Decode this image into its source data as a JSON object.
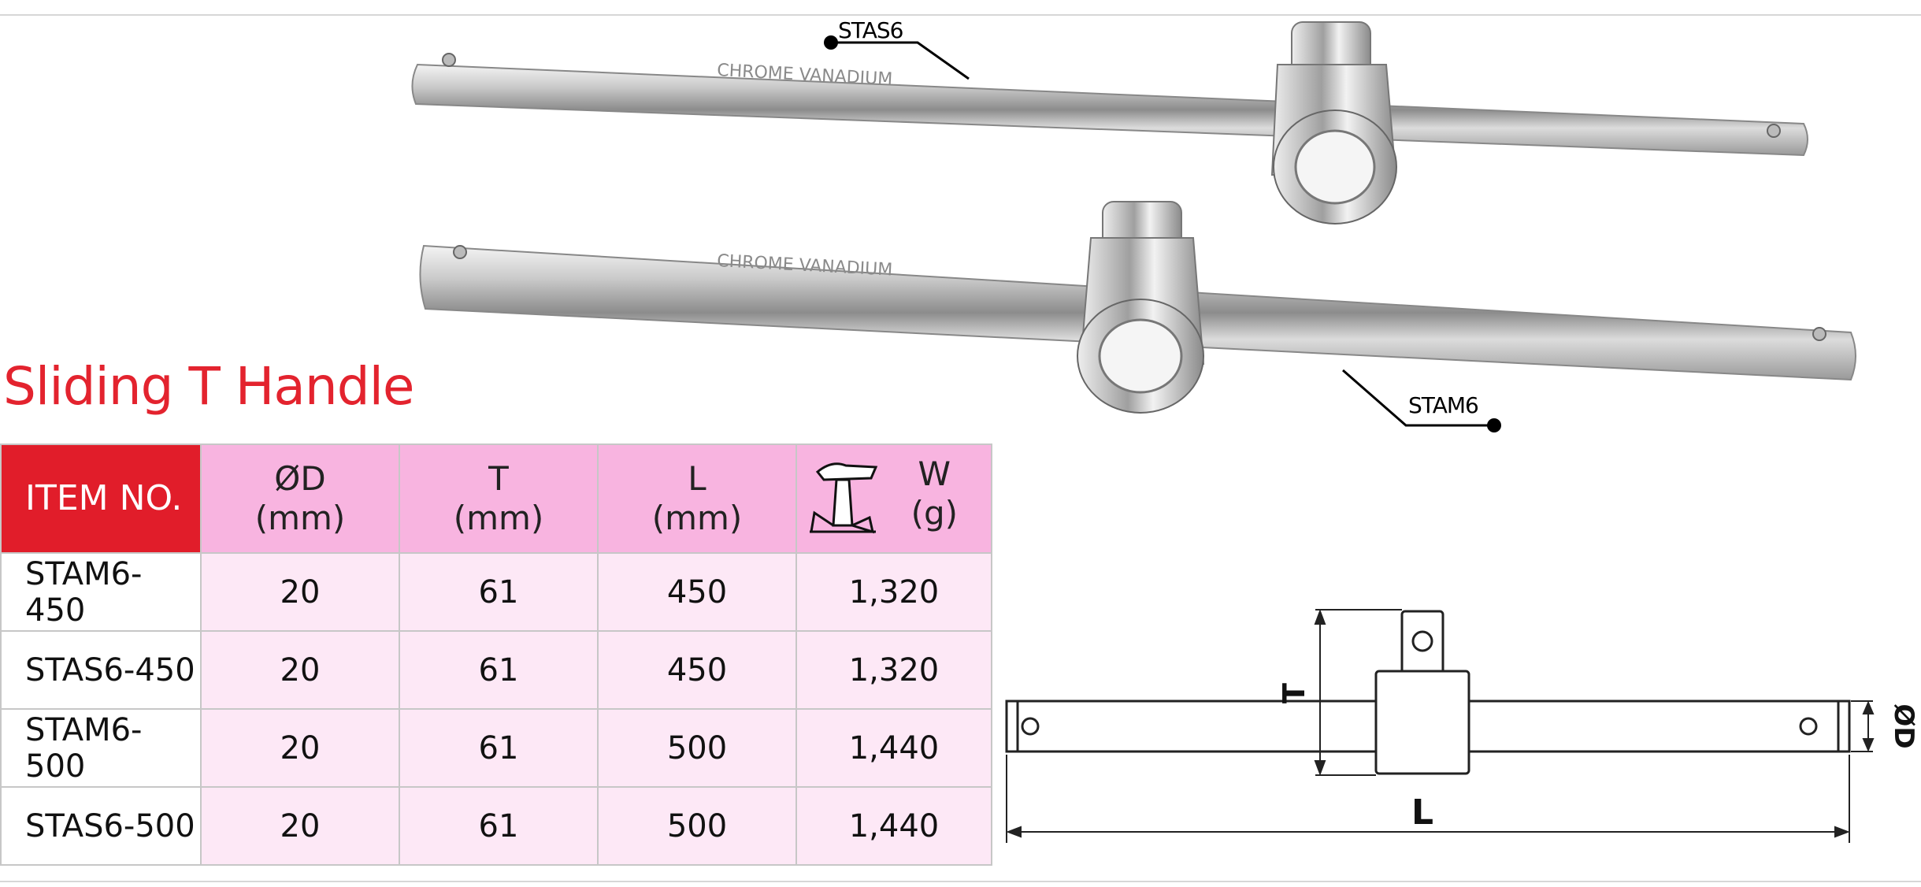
{
  "title": "Sliding T Handle",
  "callouts": {
    "top": "STAS6",
    "bottom": "STAM6"
  },
  "table": {
    "headers": {
      "item": "ITEM NO.",
      "d": {
        "sym": "ØD",
        "unit": "(mm)"
      },
      "t": {
        "sym": "T",
        "unit": "(mm)"
      },
      "l": {
        "sym": "L",
        "unit": "(mm)"
      },
      "w": {
        "sym": "W",
        "unit": "(g)",
        "icon": "scale-icon"
      }
    },
    "rows": [
      {
        "item": "STAM6-450",
        "d": "20",
        "t": "61",
        "l": "450",
        "w": "1,320"
      },
      {
        "item": "STAS6-450",
        "d": "20",
        "t": "61",
        "l": "450",
        "w": "1,320"
      },
      {
        "item": "STAM6-500",
        "d": "20",
        "t": "61",
        "l": "500",
        "w": "1,440"
      },
      {
        "item": "STAS6-500",
        "d": "20",
        "t": "61",
        "l": "500",
        "w": "1,440"
      }
    ]
  },
  "drawing": {
    "t_label": "T",
    "l_label": "L",
    "d_label": "ØD"
  },
  "colors": {
    "title": "#e3232e",
    "header_red": "#e11d2a",
    "header_pink": "#f8b4e0",
    "cell_pink": "#fde8f6"
  }
}
